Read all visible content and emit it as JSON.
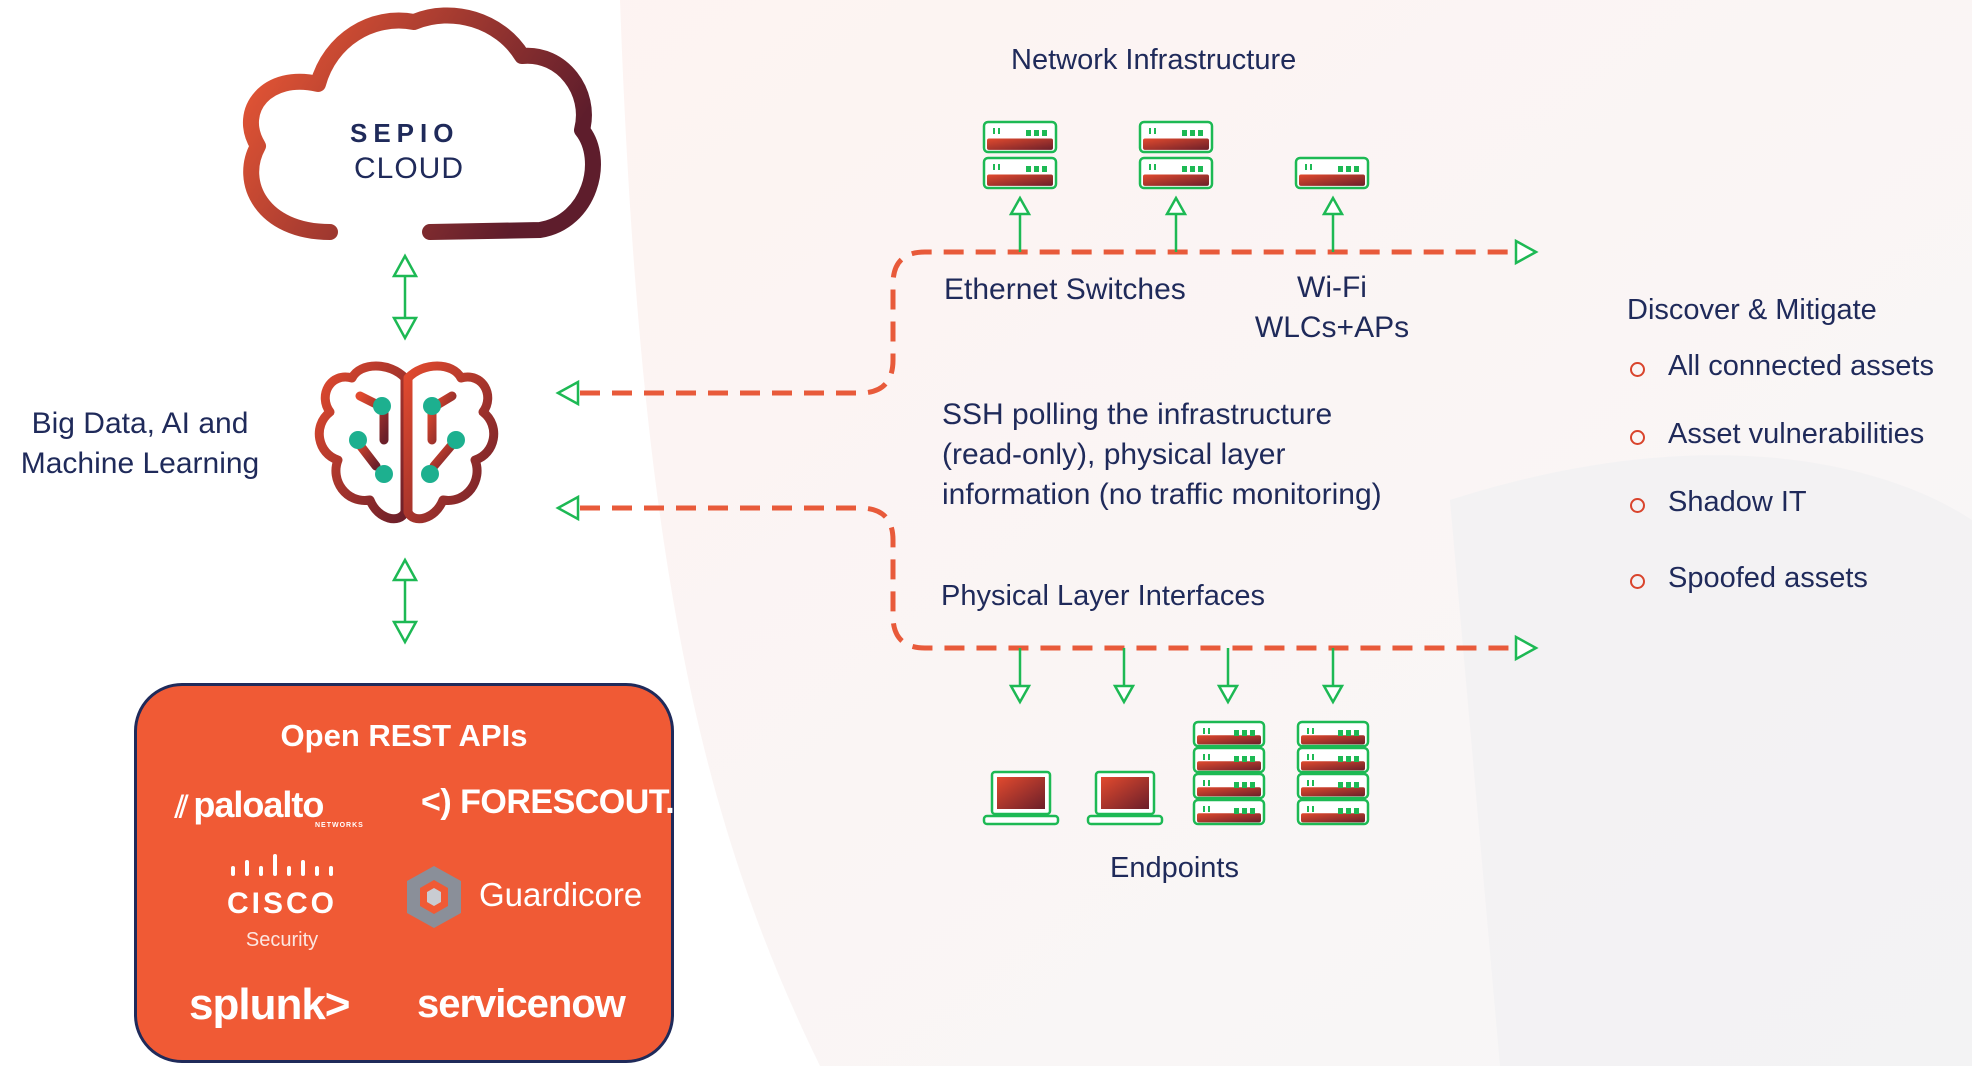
{
  "cloud": {
    "brand": "SEPIO",
    "label": "CLOUD"
  },
  "brain": {
    "label_line1": "Big Data, AI and",
    "label_line2": "Machine Learning",
    "icon": "brain-icon"
  },
  "network": {
    "title": "Network Infrastructure",
    "switches_label": "Ethernet Switches",
    "wifi_label_line1": "Wi-Fi",
    "wifi_label_line2": "WLCs+APs"
  },
  "ssh": {
    "line1": "SSH polling the infrastructure",
    "line2": "(read-only), physical layer",
    "line3": "information (no traffic monitoring)"
  },
  "physical": {
    "label": "Physical Layer Interfaces"
  },
  "endpoints": {
    "label": "Endpoints"
  },
  "discover": {
    "title": "Discover & Mitigate",
    "items": [
      "All connected assets",
      "Asset vulnerabilities",
      "Shadow IT",
      "Spoofed assets"
    ]
  },
  "api": {
    "title": "Open REST APIs",
    "logos": {
      "paloalto": "paloalto",
      "paloalto_sub": "NETWORKS",
      "forescout": "<) FORESCOUT.",
      "cisco": "CISCO",
      "cisco_sub": "Security",
      "guardicore": "Guardicore",
      "splunk": "splunk>",
      "servicenow": "servicenow"
    }
  },
  "colors": {
    "navy": "#1f2a5a",
    "orange": "#f05a35",
    "dashed": "#e85a3a",
    "arrow_green": "#1db954",
    "device_red": "#d9442c",
    "device_dark": "#6b1f2a"
  }
}
